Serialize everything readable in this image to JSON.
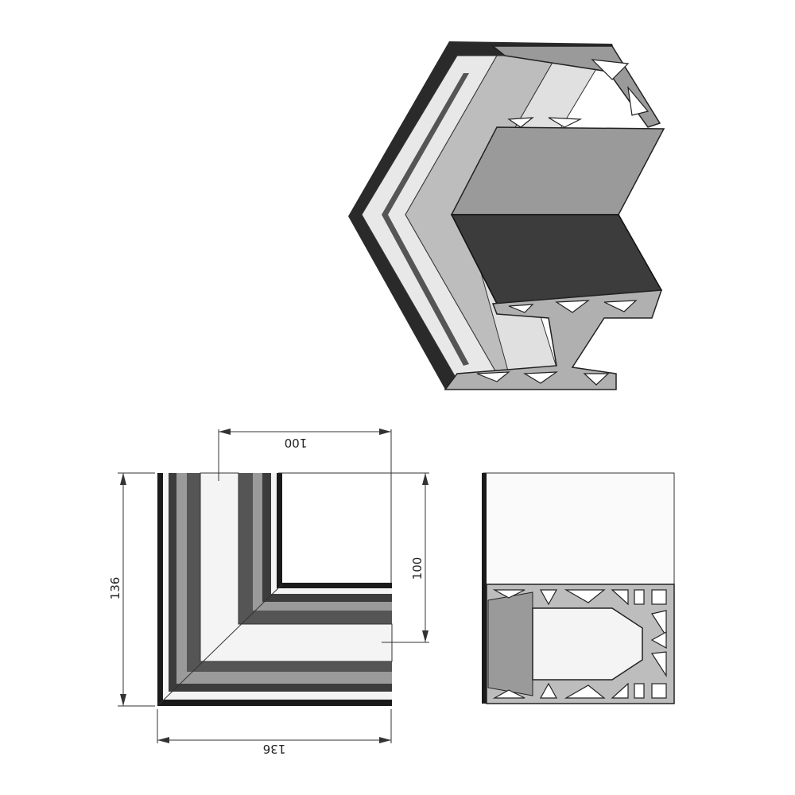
{
  "drawing": {
    "dimensions": {
      "plan_top_width": "100",
      "plan_left_height": "136",
      "plan_right_height": "100",
      "plan_bottom_width": "136"
    }
  },
  "colors": {
    "outline": "#1a1a1a",
    "dark_gray": "#3c3c3c",
    "mid_gray": "#9a9a9a",
    "light_gray": "#cfcfcf",
    "face_white": "#f4f4f4"
  }
}
